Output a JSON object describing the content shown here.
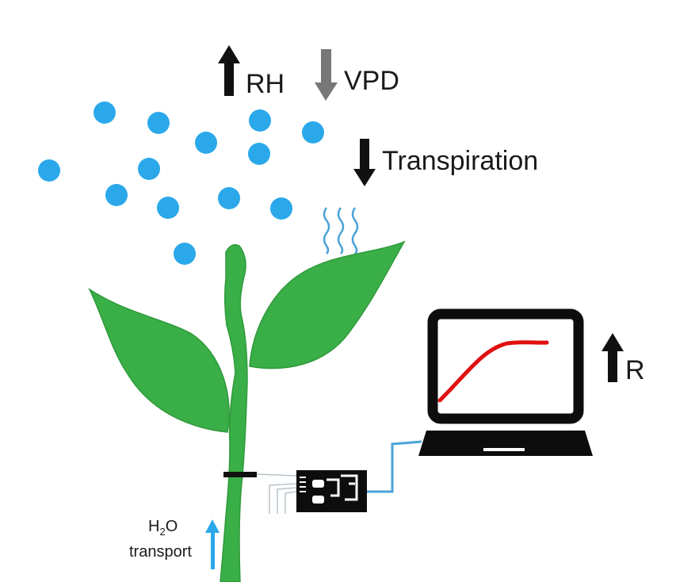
{
  "labels": {
    "rh": "RH",
    "vpd": "VPD",
    "transpiration": "Transpiration",
    "r": "R",
    "h2o_h": "H",
    "h2o_sub": "2",
    "h2o_o": "O",
    "transport": "transport"
  },
  "colors": {
    "droplet": "#2aa8ea",
    "leaf": "#3aae47",
    "curve": "#e01010",
    "wire": "#4aa3d8",
    "vpd_arrow": "#777777"
  },
  "indicators": {
    "rh": "increase",
    "vpd": "decrease",
    "transpiration": "decrease",
    "r": "increase"
  }
}
